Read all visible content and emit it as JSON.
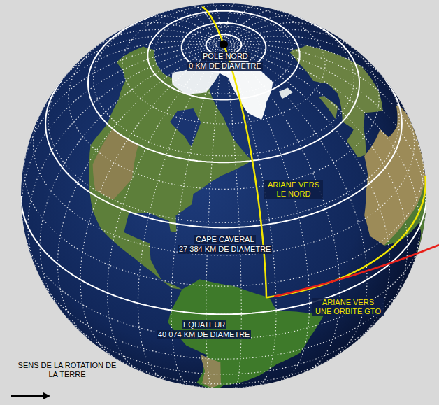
{
  "diagram": {
    "labels": [
      "POLE NORD",
      "0 KM DE DIAMETRE",
      "ARIANE VERS LE NORD",
      "CAPE CAVERAL",
      "27 384 KM DE DIAMETRE",
      "EQUATEUR",
      "40 074 KM DE DIAMETRE",
      "ARIANE VERS UNE ORBITE GTO",
      "SENS DE LA ROTATION DE LA TERRE"
    ]
  }
}
